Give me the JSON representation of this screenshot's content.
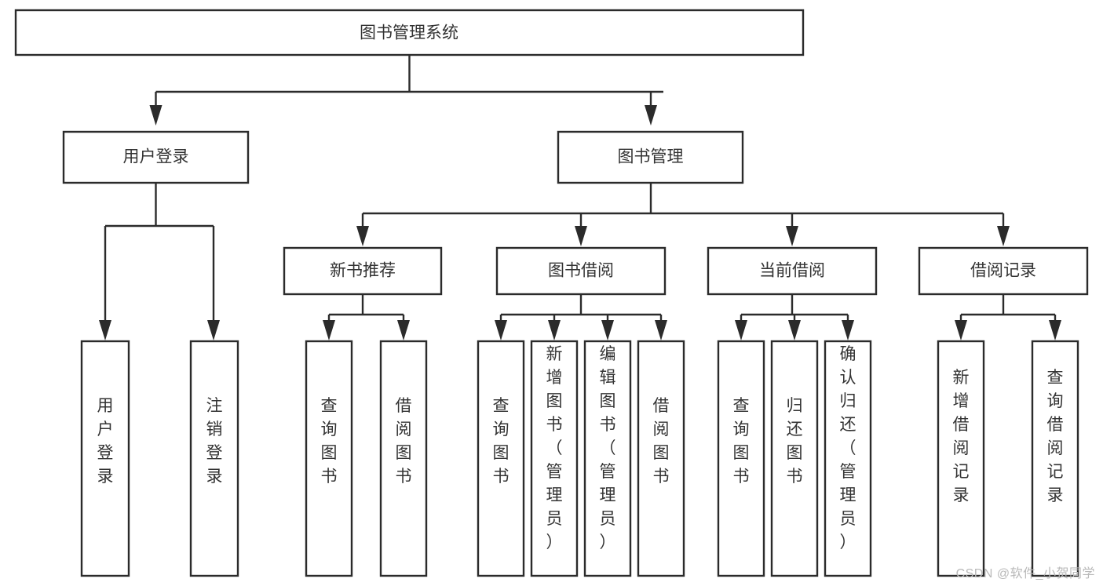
{
  "diagram": {
    "title": "图书管理系统",
    "watermark": "CSDN @软件_小贺同学",
    "nodes": {
      "root": "图书管理系统",
      "level2": [
        {
          "id": "user-login",
          "label": "用户登录"
        },
        {
          "id": "book-manage",
          "label": "图书管理"
        }
      ],
      "level3": [
        {
          "id": "new-book-recommend",
          "label": "新书推荐"
        },
        {
          "id": "book-borrow",
          "label": "图书借阅"
        },
        {
          "id": "current-borrow",
          "label": "当前借阅"
        },
        {
          "id": "borrow-record",
          "label": "借阅记录"
        }
      ],
      "leaves": [
        {
          "id": "leaf-user-login",
          "label": "用户登录"
        },
        {
          "id": "leaf-logout-login",
          "label": "注销登录"
        },
        {
          "id": "leaf-query-book-1",
          "label": "查询图书"
        },
        {
          "id": "leaf-borrow-book-1",
          "label": "借阅图书"
        },
        {
          "id": "leaf-query-book-2",
          "label": "查询图书"
        },
        {
          "id": "leaf-add-book-admin",
          "label": "新增图书（管理员）"
        },
        {
          "id": "leaf-edit-book-admin",
          "label": "编辑图书（管理员）"
        },
        {
          "id": "leaf-borrow-book-2",
          "label": "借阅图书"
        },
        {
          "id": "leaf-query-book-3",
          "label": "查询图书"
        },
        {
          "id": "leaf-return-book",
          "label": "归还图书"
        },
        {
          "id": "leaf-confirm-return-admin",
          "label": "确认归还（管理员）"
        },
        {
          "id": "leaf-add-borrow-record",
          "label": "新增借阅记录"
        },
        {
          "id": "leaf-query-borrow-record",
          "label": "查询借阅记录"
        }
      ]
    },
    "colors": {
      "stroke": "#2b2b2b",
      "fill": "#ffffff",
      "text": "#333333",
      "watermark": "#b9b9b9"
    }
  }
}
